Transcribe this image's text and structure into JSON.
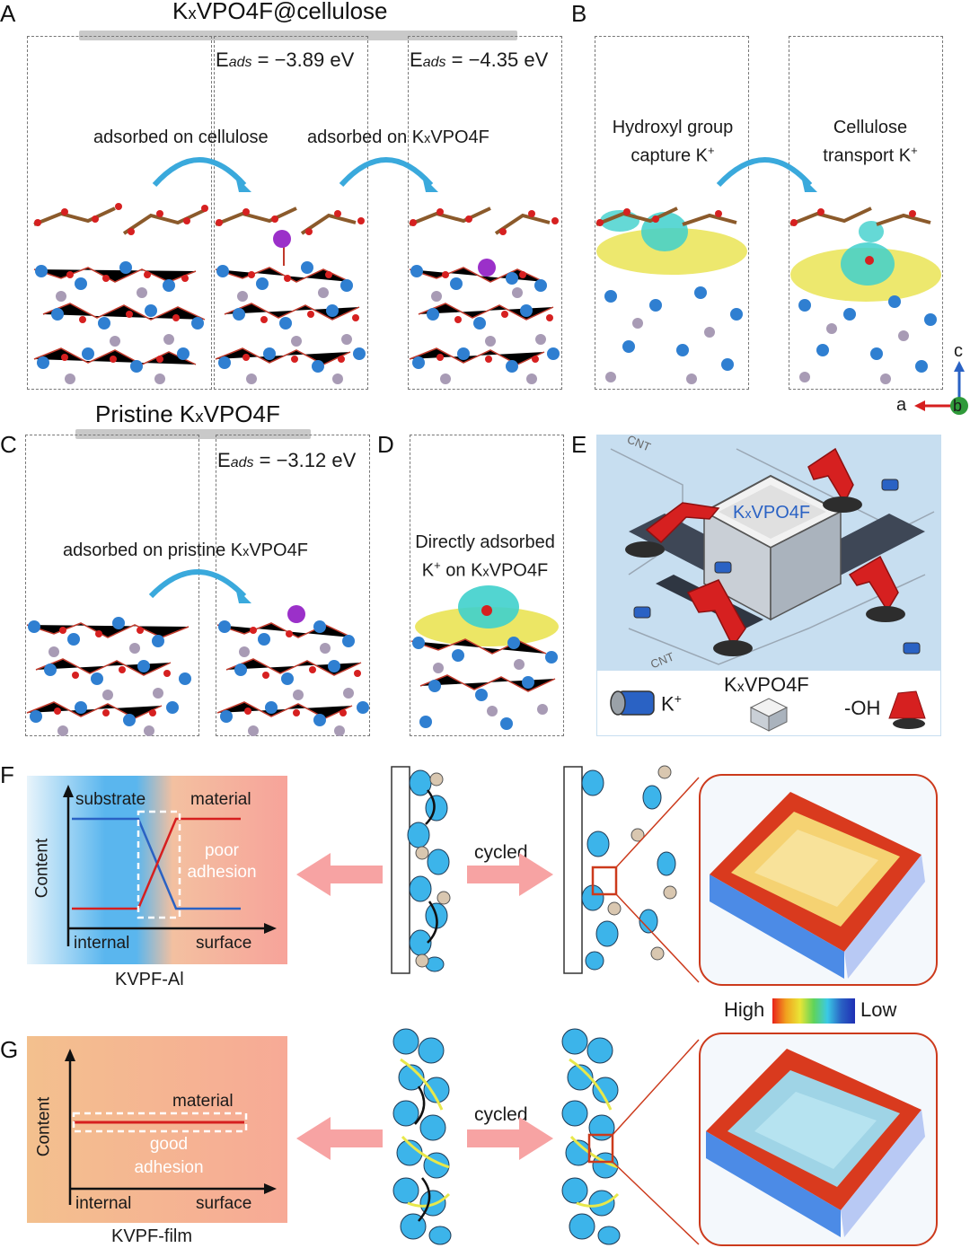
{
  "panels": {
    "a": "A",
    "b": "B",
    "c": "C",
    "d": "D",
    "e": "E",
    "f": "F",
    "g": "G"
  },
  "a": {
    "title_pre": "K",
    "title_sub": "x",
    "title_post": "VPO4F@cellulose",
    "eads1": "−3.89 eV",
    "eads2": "−4.35 eV",
    "eads_prefix": "E",
    "eads_sub": "ads",
    "eads_eq": " = ",
    "cap1": "adsorbed on cellulose",
    "cap2_pre": "adsorbed on K",
    "cap2_sub": "x",
    "cap2_post": "VPO4F"
  },
  "b": {
    "cap1_l1": "Hydroxyl group",
    "cap1_l2": "capture K",
    "cap2_l1": "Cellulose",
    "cap2_l2": "transport K",
    "plus": "+",
    "axes": {
      "c": "c",
      "a": "a",
      "b": "b"
    }
  },
  "c": {
    "title_pre": "Pristine K",
    "title_sub": "x",
    "title_post": "VPO4F",
    "eads": "−3.12 eV",
    "cap_pre": "adsorbed on pristine K",
    "cap_sub": "x",
    "cap_post": "VPO4F"
  },
  "d": {
    "cap_l1": "Directly adsorbed",
    "cap_l2_pre": "K",
    "cap_l2_mid": " on K",
    "cap_l2_sub": "x",
    "cap_l2_post": "VPO4F"
  },
  "e": {
    "box_pre": "K",
    "box_sub": "x",
    "box_post": "VPO4F",
    "cnt": "CNT",
    "legend_k": "K",
    "legend_mat_pre": "K",
    "legend_mat_sub": "x",
    "legend_mat_post": "VPO4F",
    "legend_oh": "-OH"
  },
  "f": {
    "substrate": "substrate",
    "material": "material",
    "ylabel": "Content",
    "internal": "internal",
    "surface": "surface",
    "note_l1": "poor",
    "note_l2": "adhesion",
    "caption": "KVPF-Al",
    "cycled": "cycled"
  },
  "scale": {
    "high": "High",
    "low": "Low"
  },
  "g": {
    "material": "material",
    "ylabel": "Content",
    "internal": "internal",
    "surface": "surface",
    "note_l1": "good",
    "note_l2": "adhesion",
    "caption": "KVPF-film",
    "cycled": "cycled"
  },
  "colors": {
    "substrate_line": "#2a62c4",
    "material_line": "#d61f1f",
    "arrow_blue": "#3aa9dc",
    "arrow_pink": "#f7a3a3",
    "frame_red": "#cc3a1c",
    "particle_blue": "#3cb4ea"
  }
}
